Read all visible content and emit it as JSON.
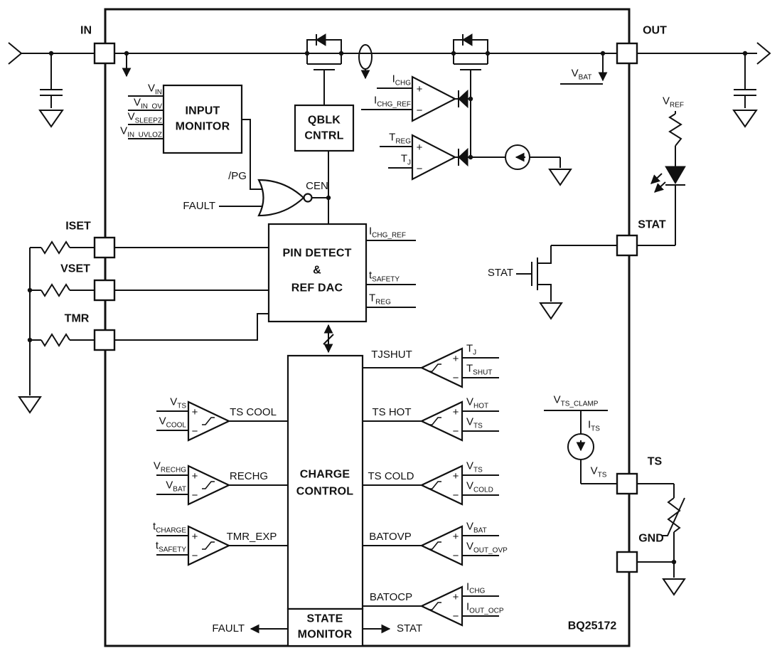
{
  "part_number": "BQ25172",
  "sym": {
    "plus": "+",
    "minus": "−"
  },
  "pins": {
    "in": "IN",
    "out": "OUT",
    "iset": "ISET",
    "vset": "VSET",
    "tmr": "TMR",
    "stat": "STAT",
    "ts": "TS",
    "gnd": "GND"
  },
  "blocks": {
    "input_monitor": [
      "INPUT",
      "MONITOR"
    ],
    "qblk_cntrl": [
      "QBLK",
      "CNTRL"
    ],
    "pin_detect_ref_dac": [
      "PIN DETECT",
      "&",
      "REF DAC"
    ],
    "charge_control": [
      "CHARGE",
      "CONTROL"
    ],
    "state_monitor": [
      "STATE",
      "MONITOR"
    ]
  },
  "signals": {
    "vin": "V_{IN}",
    "vin_ov": "V_{IN_OV}",
    "vsleepz": "V_{SLEEPZ}",
    "vin_uvloz": "V_{IN_UVLOZ}",
    "pg": "/PG",
    "fault": "FAULT",
    "cen": "CEN",
    "ichg": "I_{CHG}",
    "ichg_ref": "I_{CHG_REF}",
    "treg": "T_{REG}",
    "tj": "T_{J}",
    "tsafety": "t_{SAFETY}",
    "tcharge": "t_{CHARGE}",
    "tshut": "T_{SHUT}",
    "tjshut": "TJSHUT",
    "vbat": "V_{BAT}",
    "vref": "V_{REF}",
    "stat": "STAT",
    "ts_cool": "TS COOL",
    "ts_hot": "TS HOT",
    "ts_cold": "TS COLD",
    "rechg": "RECHG",
    "tmr_exp": "TMR_EXP",
    "batovp": "BATOVP",
    "batocp": "BATOCP",
    "vts": "V_{TS}",
    "vcool": "V_{COOL}",
    "vhot": "V_{HOT}",
    "vcold": "V_{COLD}",
    "vrechg": "V_{RECHG}",
    "vout_ovp": "V_{OUT_OVP}",
    "iout_ocp": "I_{OUT_OCP}",
    "vts_clamp": "V_{TS_CLAMP}",
    "its": "I_{TS}"
  }
}
